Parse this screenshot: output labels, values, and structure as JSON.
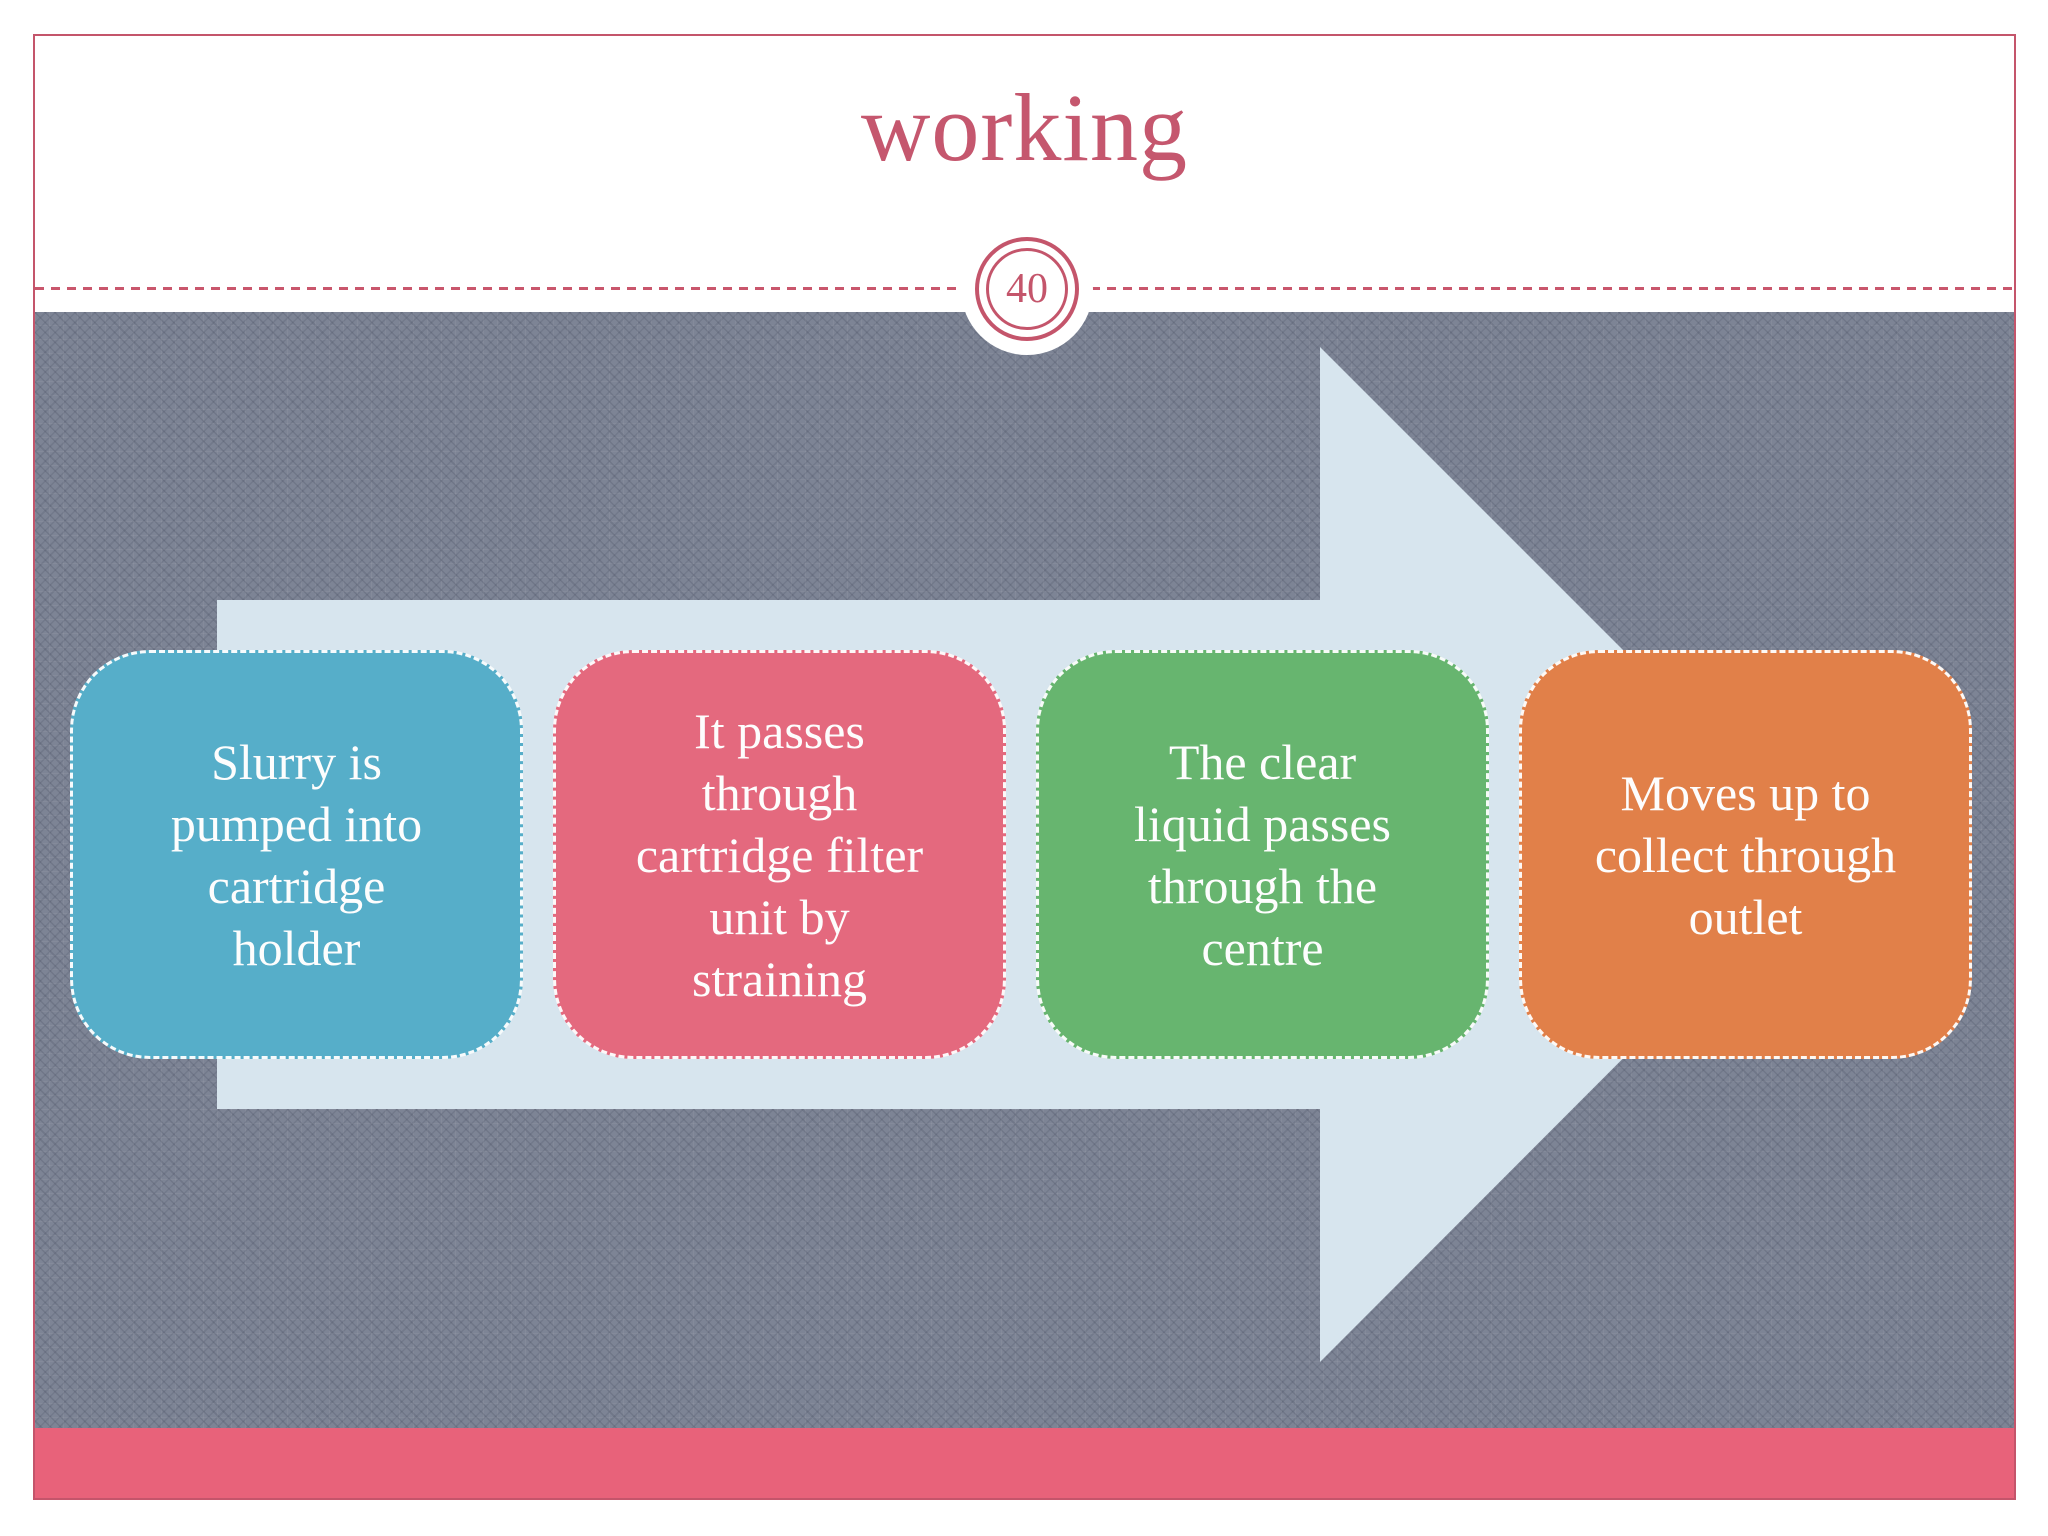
{
  "slide": {
    "title": "working",
    "page_number": "40"
  },
  "steps": [
    {
      "text": "Slurry is pumped into cartridge holder",
      "color": "#56aec9"
    },
    {
      "text": "It passes through cartridge filter unit by straining",
      "color": "#e4697e"
    },
    {
      "text": "The clear liquid passes through the centre",
      "color": "#67b56f"
    },
    {
      "text": "Moves up to collect through outlet",
      "color": "#e18049"
    }
  ],
  "colors": {
    "accent": "#c4556b",
    "title_text": "#c5576e",
    "footer_bar": "#e8627a",
    "arrow_fill": "#d7e5ee",
    "content_background": "#7d8495",
    "step_text": "#fdfdfd"
  }
}
